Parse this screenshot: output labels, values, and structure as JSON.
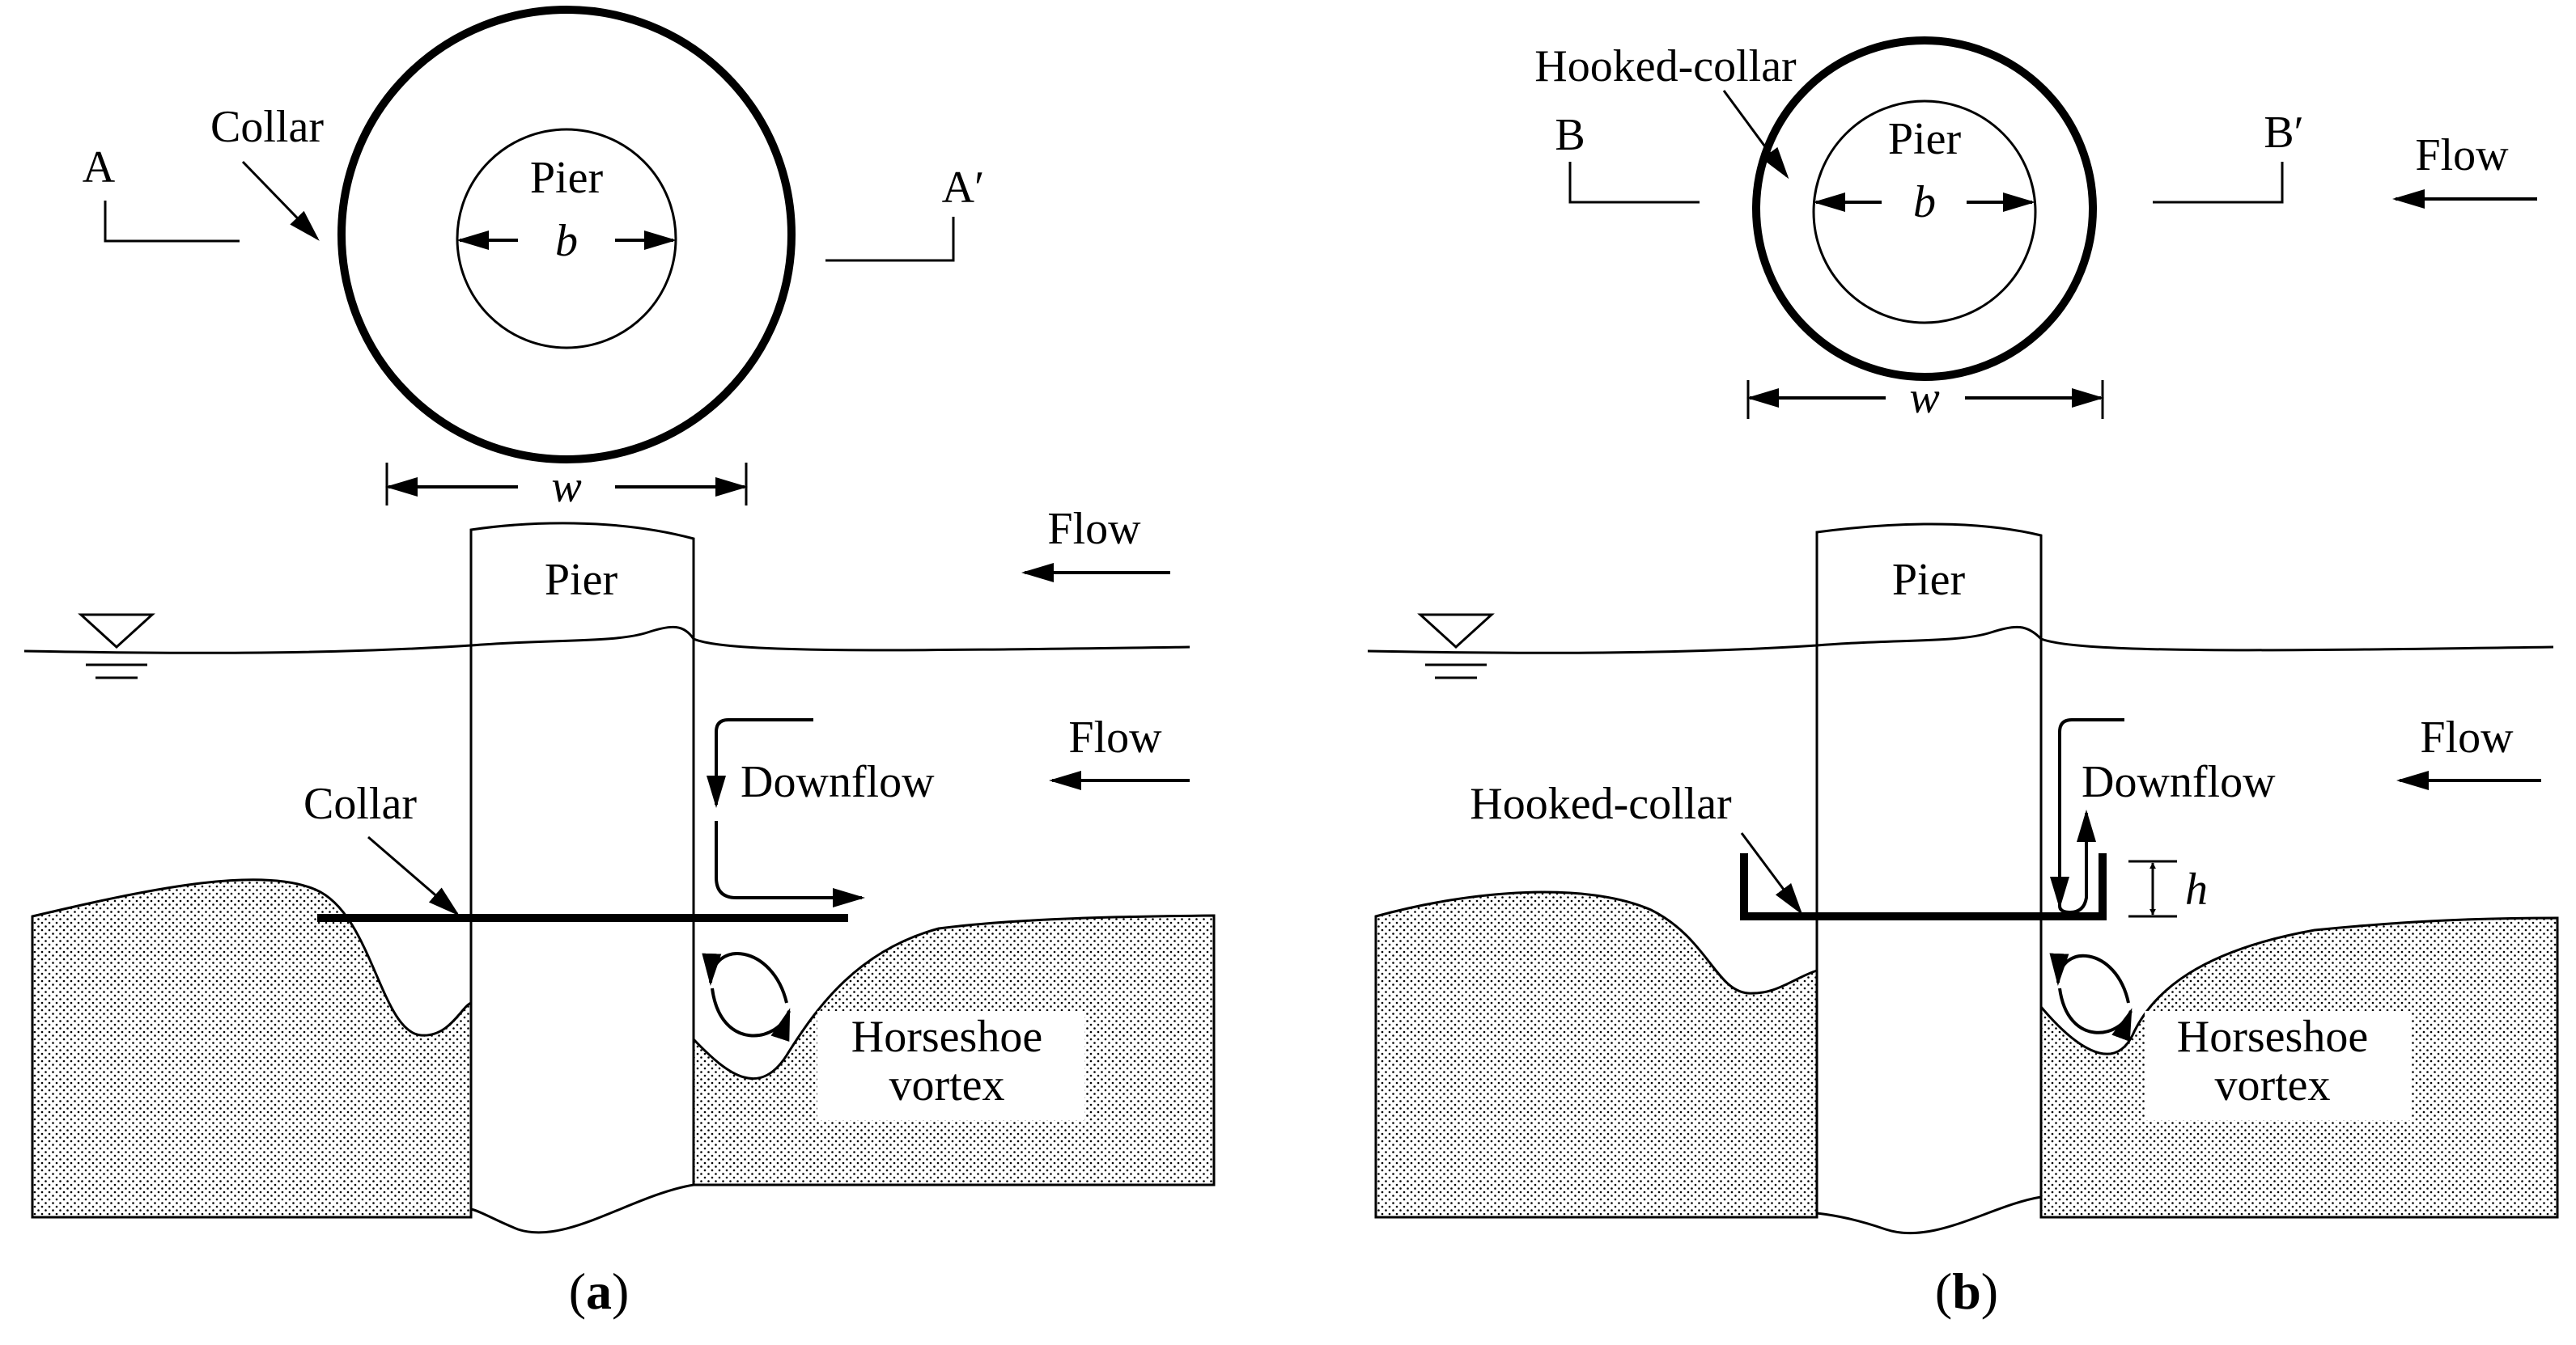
{
  "panel_a": {
    "collar_plan_label": "Collar",
    "section_start": "A",
    "section_end": "A′",
    "pier_plan_label": "Pier",
    "pier_width_symbol": "b",
    "collar_width_symbol": "w",
    "flow_top_label": "Flow",
    "pier_elevation_label": "Pier",
    "flow_label": "Flow",
    "downflow_label": "Downflow",
    "collar_elevation_label": "Collar",
    "horseshoe_label_line1": "Horseshoe",
    "horseshoe_label_line2": "vortex",
    "caption_open": "(",
    "caption_letter": "a",
    "caption_close": ")"
  },
  "panel_b": {
    "collar_plan_label": "Hooked-collar",
    "section_start": "B",
    "section_end": "B′",
    "pier_plan_label": "Pier",
    "pier_width_symbol": "b",
    "collar_width_symbol": "w",
    "flow_top_label": "Flow",
    "pier_elevation_label": "Pier",
    "flow_label": "Flow",
    "downflow_label": "Downflow",
    "collar_elevation_label": "Hooked-collar",
    "hook_height_symbol": "h",
    "horseshoe_label_line1": "Horseshoe",
    "horseshoe_label_line2": "vortex",
    "caption_open": "(",
    "caption_letter": "b",
    "caption_close": ")"
  }
}
